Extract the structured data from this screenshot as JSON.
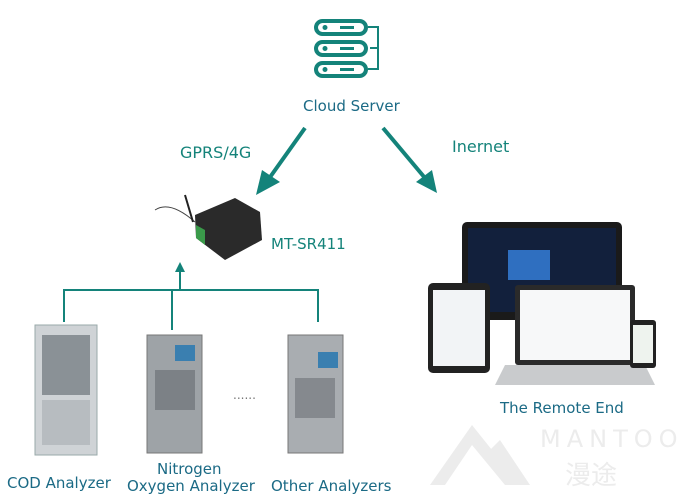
{
  "nodes": {
    "cloud_server": "Cloud Server",
    "gateway": "MT-SR411",
    "remote_end": "The Remote End",
    "cod": "COD Analyzer",
    "nitrogen_line1": "Nitrogen",
    "nitrogen_line2": "Oxygen Analyzer",
    "other": "Other Analyzers",
    "ellipsis": "......"
  },
  "links": {
    "gprs": "GPRS/4G",
    "internet": "Inernet"
  },
  "watermark": {
    "latin": "MANTOO",
    "cjk": "漫途"
  },
  "colors": {
    "accent": "#14837a",
    "text_dark": "#1b6a85"
  }
}
